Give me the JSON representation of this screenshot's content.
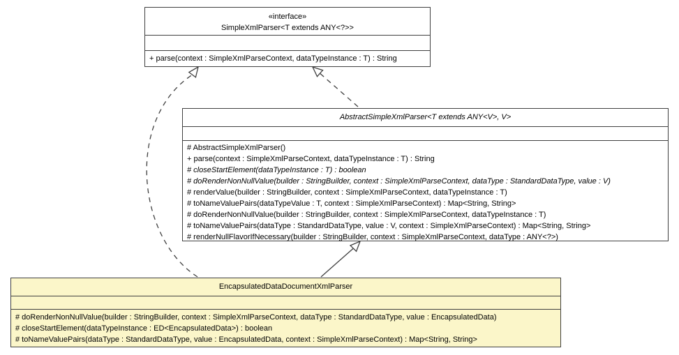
{
  "diagram": {
    "type": "uml-class-diagram",
    "colors": {
      "box_fill": "#FFFFFF",
      "highlight_fill": "#FBF6C9",
      "line": "#3F3F3F",
      "text": "#000000"
    },
    "interface_box": {
      "stereotype": "«interface»",
      "name": "SimpleXmlParser<T extends ANY<?>>",
      "attributes": [],
      "methods": [
        {
          "text": "+ parse(context : SimpleXmlParseContext, dataTypeInstance : T) : String",
          "italic": false
        }
      ]
    },
    "abstract_box": {
      "name": "AbstractSimpleXmlParser<T extends ANY<V>, V>",
      "attributes": [],
      "methods": [
        {
          "text": "# AbstractSimpleXmlParser()",
          "italic": false
        },
        {
          "text": "+ parse(context : SimpleXmlParseContext, dataTypeInstance : T) : String",
          "italic": false
        },
        {
          "text": "# closeStartElement(dataTypeInstance : T) : boolean",
          "italic": true
        },
        {
          "text": "# doRenderNonNullValue(builder : StringBuilder, context : SimpleXmlParseContext, dataType : StandardDataType, value : V)",
          "italic": true
        },
        {
          "text": "# renderValue(builder : StringBuilder, context : SimpleXmlParseContext, dataTypeInstance : T)",
          "italic": false
        },
        {
          "text": "# toNameValuePairs(dataTypeValue : T, context : SimpleXmlParseContext) : Map<String, String>",
          "italic": false
        },
        {
          "text": "# doRenderNonNullValue(builder : StringBuilder, context : SimpleXmlParseContext, dataTypeInstance : T)",
          "italic": false
        },
        {
          "text": "# toNameValuePairs(dataType : StandardDataType, value : V, context : SimpleXmlParseContext) : Map<String, String>",
          "italic": false
        },
        {
          "text": "# renderNullFlavorIfNecessary(builder : StringBuilder, context : SimpleXmlParseContext, dataType : ANY<?>)",
          "italic": false
        }
      ]
    },
    "concrete_box": {
      "name": "EncapsulatedDataDocumentXmlParser",
      "attributes": [],
      "methods": [
        {
          "text": "# doRenderNonNullValue(builder : StringBuilder, context : SimpleXmlParseContext, dataType : StandardDataType, value : EncapsulatedData)",
          "italic": false
        },
        {
          "text": "# closeStartElement(dataTypeInstance : ED<EncapsulatedData>) : boolean",
          "italic": false
        },
        {
          "text": "# toNameValuePairs(dataType : StandardDataType, value : EncapsulatedData, context : SimpleXmlParseContext) : Map<String, String>",
          "italic": false
        }
      ]
    },
    "relations": [
      {
        "from": "AbstractSimpleXmlParser",
        "to": "SimpleXmlParser",
        "type": "realization"
      },
      {
        "from": "EncapsulatedDataDocumentXmlParser",
        "to": "SimpleXmlParser",
        "type": "realization"
      },
      {
        "from": "EncapsulatedDataDocumentXmlParser",
        "to": "AbstractSimpleXmlParser",
        "type": "generalization"
      }
    ]
  }
}
